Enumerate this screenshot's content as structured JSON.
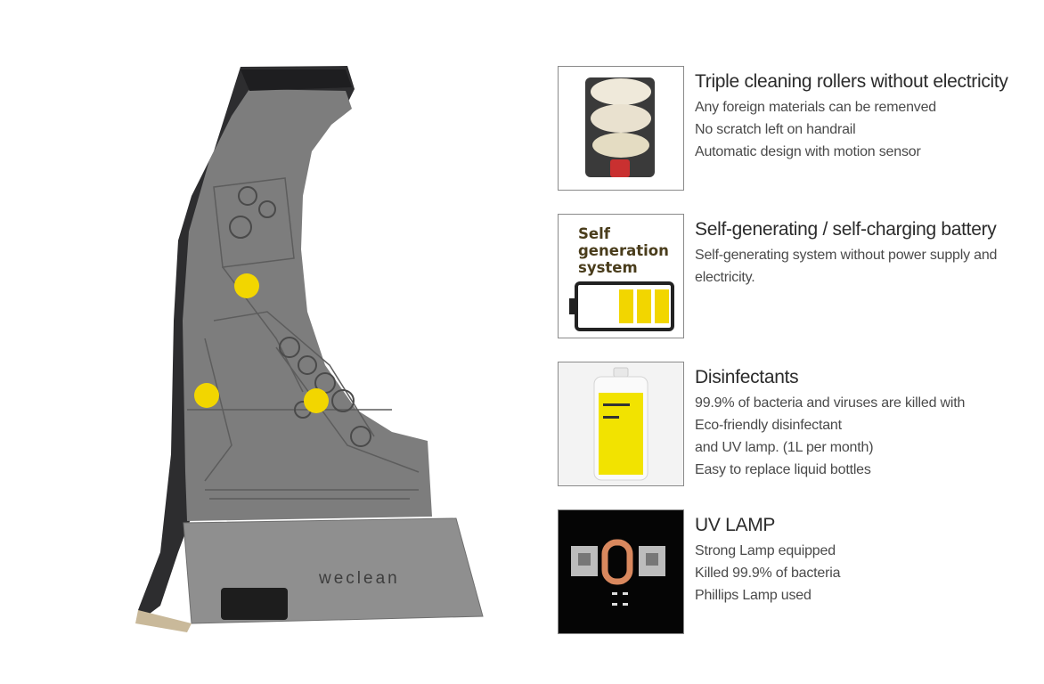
{
  "product": {
    "brand": "weclean",
    "highlight_color": "#f2d600",
    "body_color": "#7d7d7d"
  },
  "features": [
    {
      "title": "Triple cleaning rollers without electricity",
      "lines": [
        "Any foreign materials can be remenved",
        "No scratch left on handrail",
        "Automatic design with motion sensor"
      ],
      "image": "cleaning-rollers-photo"
    },
    {
      "title": "Self-generating / self-charging battery",
      "lines": [
        "Self-generating system without power supply and electricity."
      ],
      "image": "battery-icon",
      "image_text": "Self generation system"
    },
    {
      "title": "Disinfectants",
      "lines": [
        "99.9% of bacteria and viruses are killed with",
        "Eco-friendly disinfectant",
        "and UV lamp. (1L per month)",
        "Easy to replace liquid bottles"
      ],
      "image": "disinfectant-bottle-photo"
    },
    {
      "title": "UV LAMP",
      "lines": [
        "Strong Lamp equipped",
        "Killed 99.9% of bacteria",
        "Phillips Lamp used"
      ],
      "image": "uv-lamp-photo"
    }
  ]
}
